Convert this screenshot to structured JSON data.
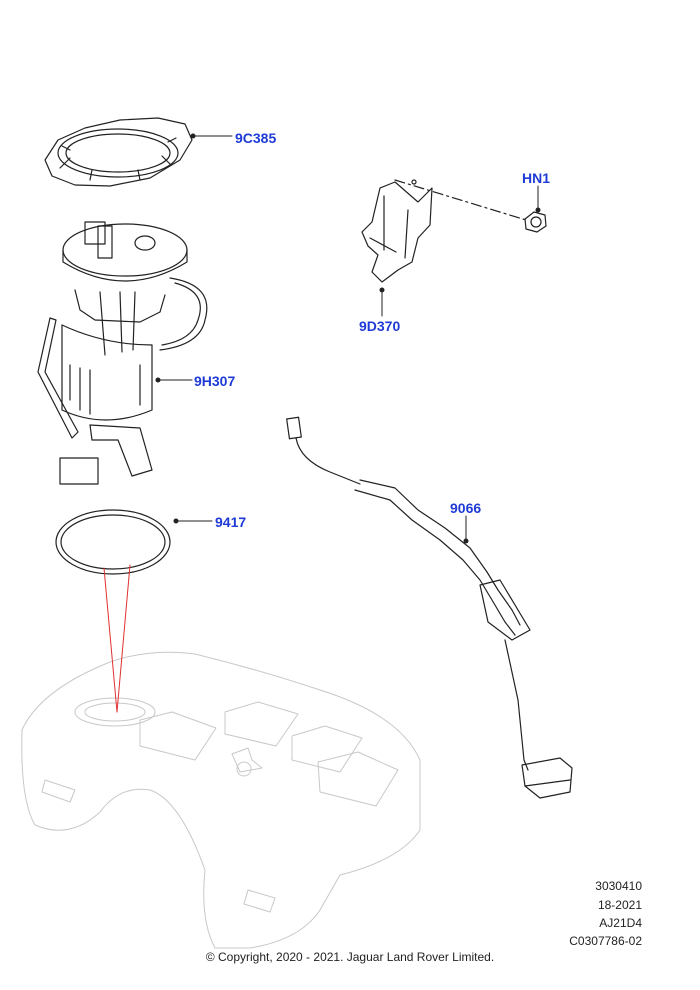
{
  "callouts": {
    "lock_ring": "9C385",
    "nut": "HN1",
    "bracket": "9D370",
    "fuel_pump": "9H307",
    "sender": "9066",
    "seal": "9417"
  },
  "meta": {
    "line1": "3030410",
    "line2": "18-2021",
    "line3": "AJ21D4",
    "line4": "C0307786-02"
  },
  "copyright": "© Copyright, 2020 - 2021. Jaguar Land Rover Limited.",
  "colors": {
    "callout": "#1f3bd6",
    "guide_line": "#e03030",
    "line_art": "#222222"
  }
}
